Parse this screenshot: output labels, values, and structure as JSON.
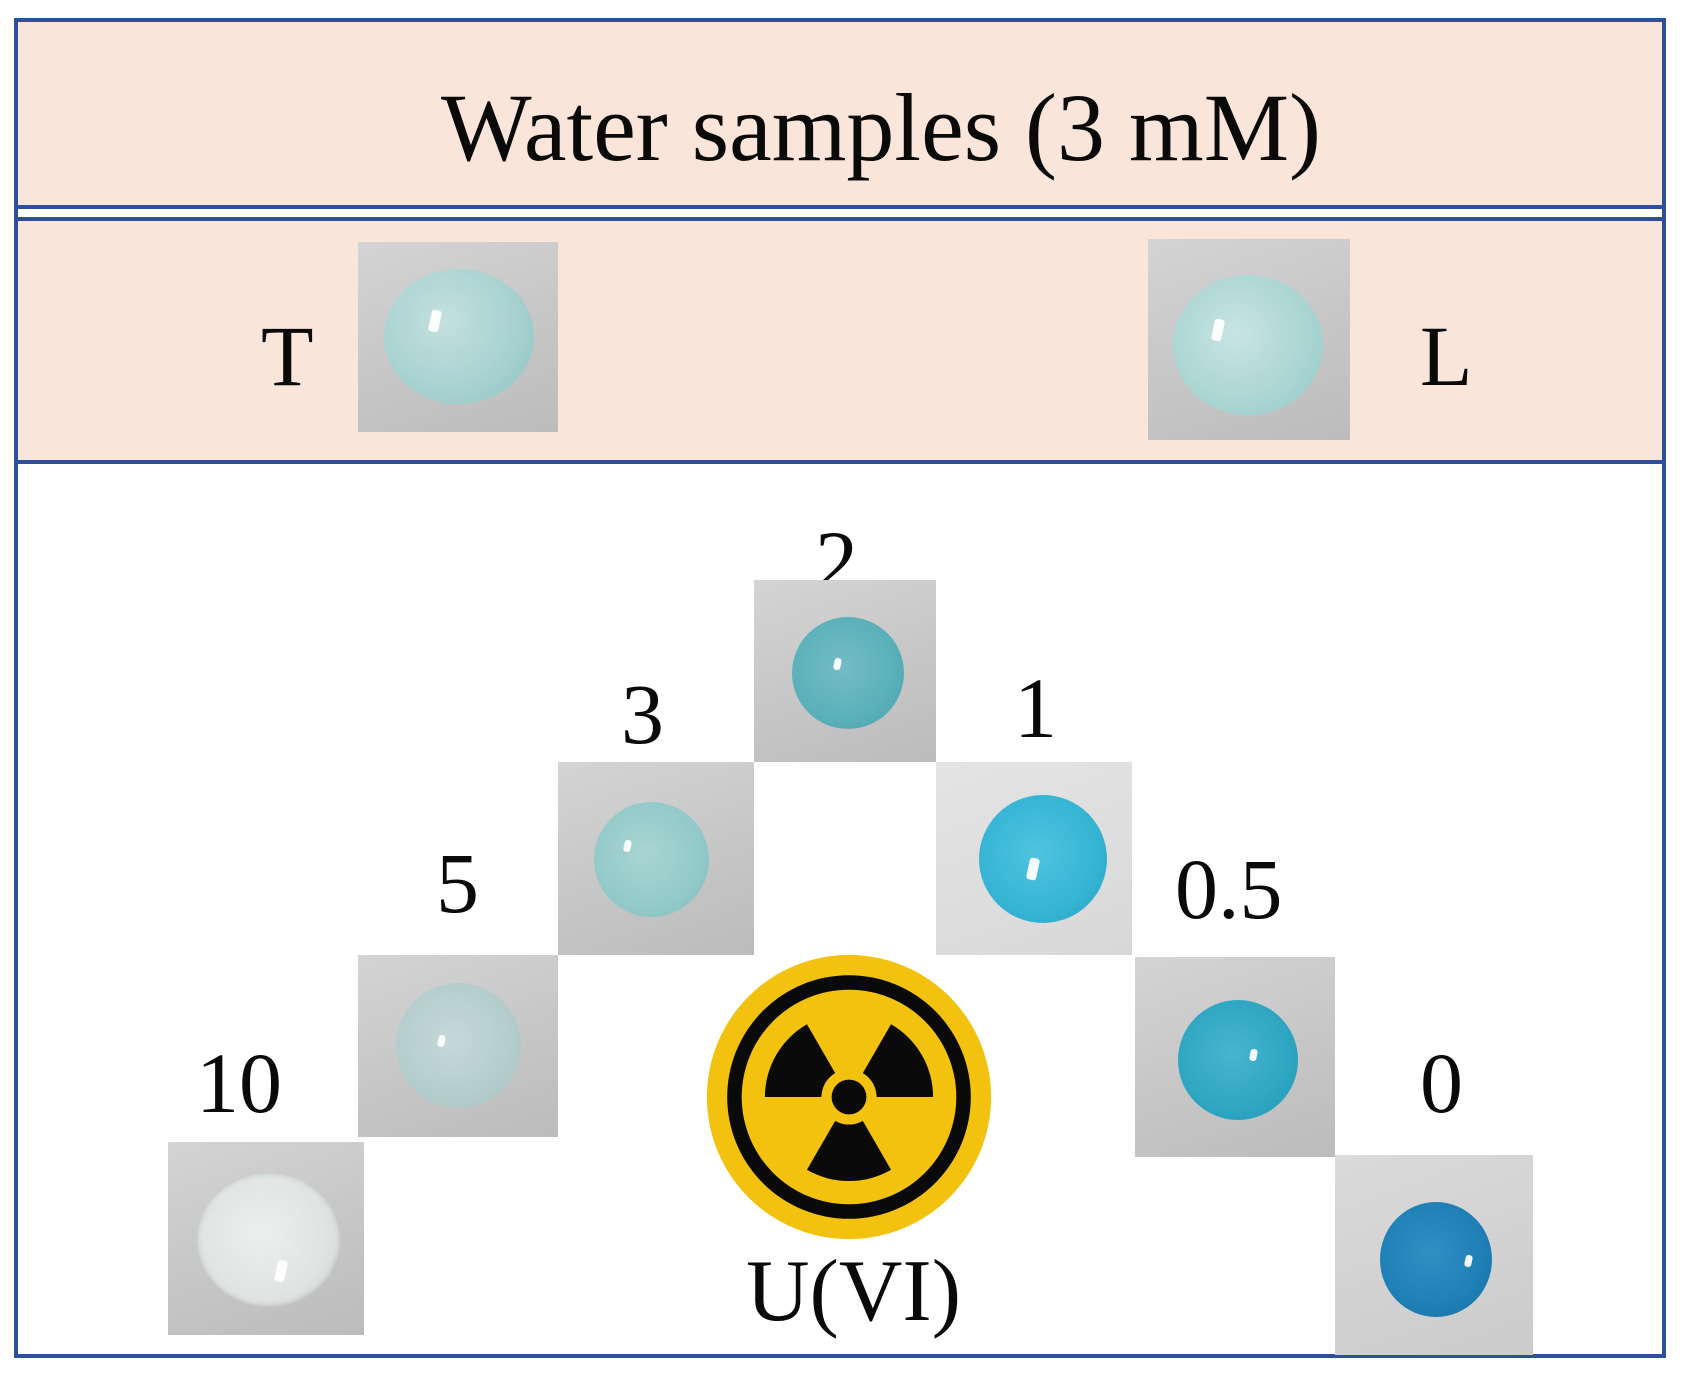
{
  "title": "Water samples (3 mM)",
  "samples": {
    "left_label": "T",
    "right_label": "L"
  },
  "concentrations": {
    "c10": "10",
    "c5": "5",
    "c3": "3",
    "c2": "2",
    "c1": "1",
    "c05": "0.5",
    "c0": "0"
  },
  "analyte_label": "U(VI)",
  "colors": {
    "border": "#2e4f9c",
    "band_background": "#fae5da",
    "hazard_yellow": "#f2c20f",
    "hazard_black": "#0a0a0a"
  },
  "icons": {
    "center": "radiation-hazard-icon"
  }
}
